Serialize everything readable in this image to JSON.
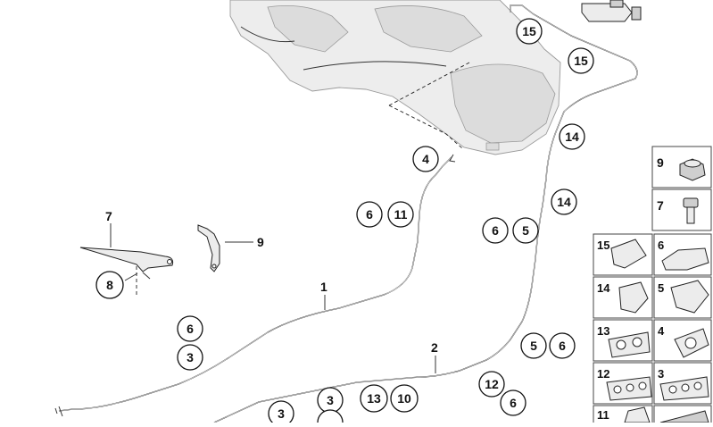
{
  "callouts": {
    "c15a": "15",
    "c15b": "15",
    "c14a": "14",
    "c14b": "14",
    "c4": "4",
    "c6a": "6",
    "c11a": "11",
    "c6b": "6",
    "c5a": "5",
    "c8": "8",
    "c6c": "6",
    "c3a": "3",
    "c5b": "5",
    "c6d": "6",
    "c12": "12",
    "c6e": "6",
    "c3b": "3",
    "c13": "13",
    "c10": "10",
    "c3c": "3"
  },
  "labels": {
    "l7": "7",
    "l9": "9",
    "l1": "1",
    "l2": "2"
  },
  "legend": {
    "side": [
      {
        "num": "9"
      },
      {
        "num": "7"
      }
    ],
    "grid": [
      {
        "num": "15"
      },
      {
        "num": "6"
      },
      {
        "num": "14"
      },
      {
        "num": "5"
      },
      {
        "num": "13"
      },
      {
        "num": "4"
      },
      {
        "num": "12"
      },
      {
        "num": "3"
      },
      {
        "num": "11"
      }
    ]
  }
}
